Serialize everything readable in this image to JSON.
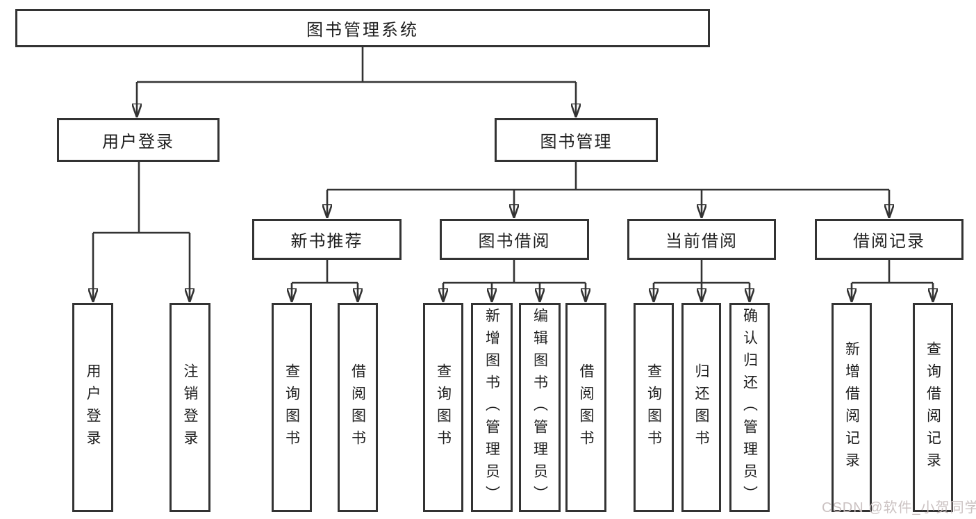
{
  "diagram": {
    "kind": "function-structure-tree",
    "colors": {
      "line": "#333333",
      "box_border": "#333333",
      "text": "#1f1f1f",
      "background": "#ffffff",
      "watermark": "#c9bfbf"
    }
  },
  "tree": {
    "label": "图书管理系统",
    "children": [
      {
        "label": "用户登录",
        "children": [
          {
            "label": "用户登录"
          },
          {
            "label": "注销登录"
          }
        ]
      },
      {
        "label": "图书管理",
        "children": [
          {
            "label": "新书推荐",
            "children": [
              {
                "label": "查询图书"
              },
              {
                "label": "借阅图书"
              }
            ]
          },
          {
            "label": "图书借阅",
            "children": [
              {
                "label": "查询图书"
              },
              {
                "label": "新增图书（管理员）"
              },
              {
                "label": "编辑图书（管理员）"
              },
              {
                "label": "借阅图书"
              }
            ]
          },
          {
            "label": "当前借阅",
            "children": [
              {
                "label": "查询图书"
              },
              {
                "label": "归还图书"
              },
              {
                "label": "确认归还（管理员）"
              }
            ]
          },
          {
            "label": "借阅记录",
            "children": [
              {
                "label": "新增借阅记录"
              },
              {
                "label": "查询借阅记录"
              }
            ]
          }
        ]
      }
    ]
  },
  "watermark": {
    "text": "CSDN @软件_小贺同学"
  }
}
